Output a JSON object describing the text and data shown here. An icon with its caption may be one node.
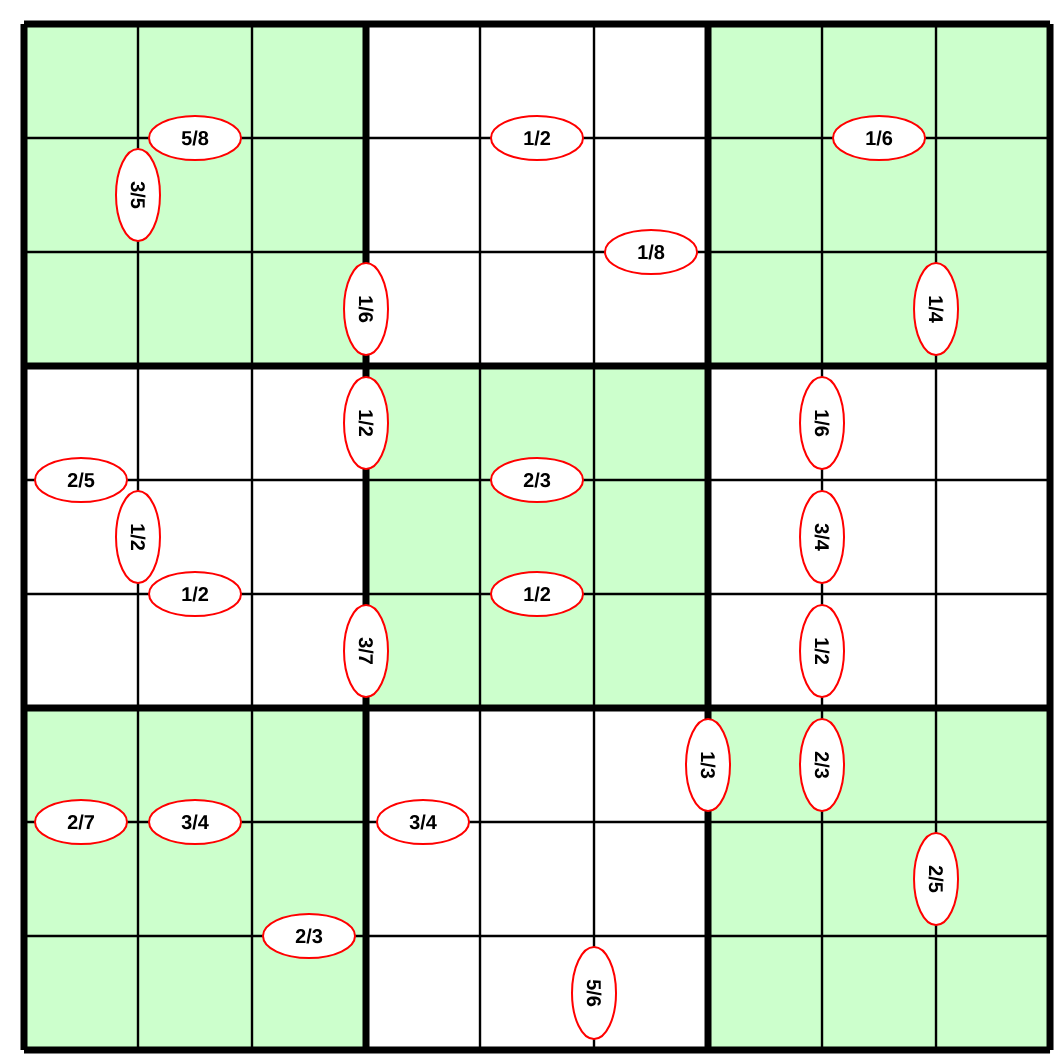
{
  "diagram": {
    "nodes": [
      {
        "text": [
          "5/8"
        ]
      },
      {
        "text": [
          "1/2"
        ]
      },
      {
        "text": [
          "1/6"
        ]
      },
      {
        "text": [
          "3/5"
        ]
      },
      {
        "text": [
          "1/8"
        ]
      },
      {
        "text": [
          "1/6"
        ]
      },
      {
        "text": [
          "1/4"
        ]
      },
      {
        "text": [
          "1/2"
        ]
      },
      {
        "text": [
          "1/6"
        ]
      },
      {
        "text": [
          "2/5"
        ]
      },
      {
        "text": [
          "2/3"
        ]
      },
      {
        "text": [
          "1/2"
        ]
      },
      {
        "text": [
          "3/4"
        ]
      },
      {
        "text": [
          "1/2"
        ]
      },
      {
        "text": [
          "1/2"
        ]
      },
      {
        "text": [
          "3/7"
        ]
      },
      {
        "text": [
          "1/2"
        ]
      },
      {
        "text": [
          "1/3"
        ]
      },
      {
        "text": [
          "2/3"
        ]
      },
      {
        "text": [
          "2/7"
        ]
      },
      {
        "text": [
          "3/4"
        ]
      },
      {
        "text": [
          "3/4"
        ]
      },
      {
        "text": [
          "2/5"
        ]
      },
      {
        "text": [
          "2/3"
        ]
      },
      {
        "text": [
          "5/6"
        ]
      }
    ]
  }
}
